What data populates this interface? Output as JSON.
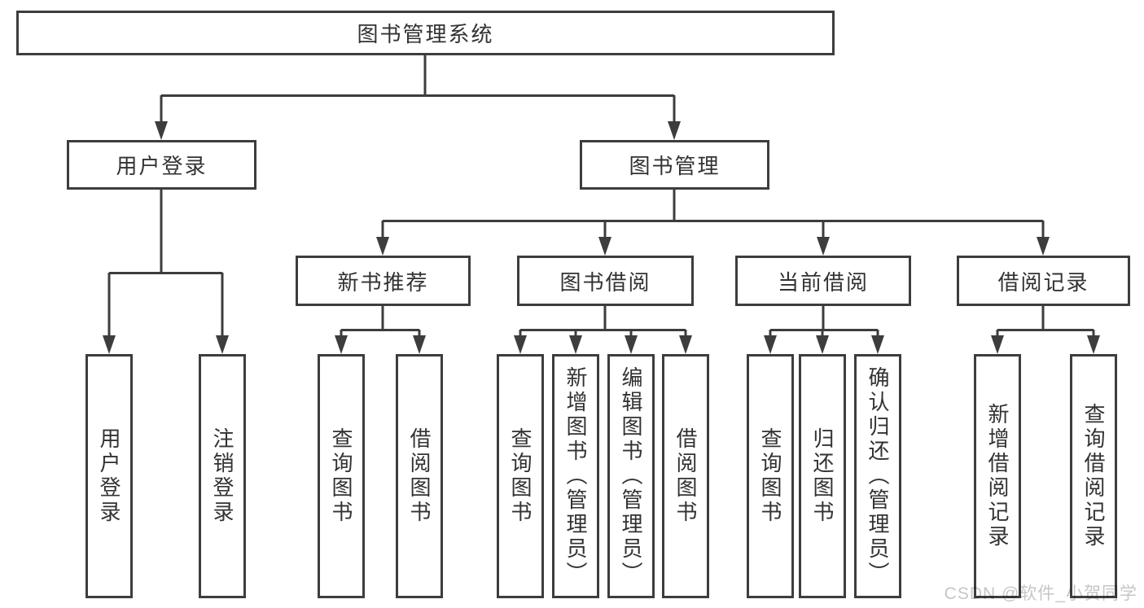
{
  "tree": {
    "root": {
      "label": "图书管理系统"
    },
    "children": [
      {
        "label": "用户登录",
        "children": [
          {
            "label": "用户登录"
          },
          {
            "label": "注销登录"
          }
        ]
      },
      {
        "label": "图书管理",
        "children": [
          {
            "label": "新书推荐",
            "children": [
              {
                "label": "查询图书"
              },
              {
                "label": "借阅图书"
              }
            ]
          },
          {
            "label": "图书借阅",
            "children": [
              {
                "label": "查询图书"
              },
              {
                "label": "新增图书（管理员）"
              },
              {
                "label": "编辑图书（管理员）"
              },
              {
                "label": "借阅图书"
              }
            ]
          },
          {
            "label": "当前借阅",
            "children": [
              {
                "label": "查询图书"
              },
              {
                "label": "归还图书"
              },
              {
                "label": "确认归还（管理员）"
              }
            ]
          },
          {
            "label": "借阅记录",
            "children": [
              {
                "label": "新增借阅记录"
              },
              {
                "label": "查询借阅记录"
              }
            ]
          }
        ]
      }
    ]
  },
  "watermark": {
    "text": "CSDN @软件_小贺同学"
  },
  "colors": {
    "line": "#3d3d3d",
    "text": "#323232",
    "background": "#ffffff",
    "watermark": "#c6c6c6"
  }
}
